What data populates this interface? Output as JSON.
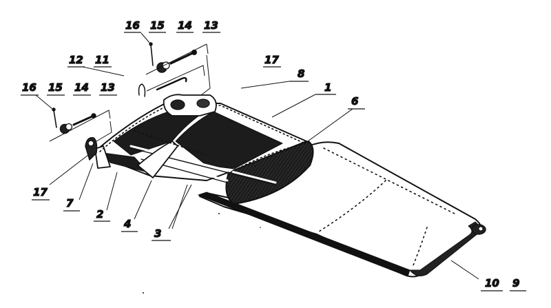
{
  "diagram": {
    "callouts": [
      "1",
      "2",
      "3",
      "4",
      "6",
      "7",
      "8",
      "9",
      "10",
      "11",
      "12",
      "13",
      "14",
      "15",
      "16",
      "17"
    ]
  },
  "colors": {
    "ink": "#111111",
    "shade": "#1c1c1c",
    "paper": "#ffffff",
    "mid": "#555555"
  }
}
